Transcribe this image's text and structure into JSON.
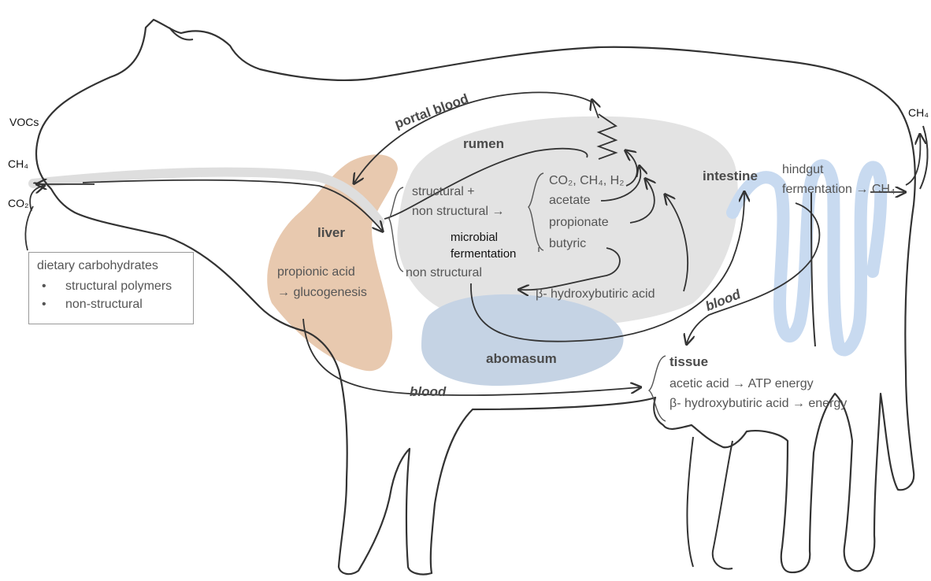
{
  "labels": {
    "vocs": "VOCs",
    "ch4_left": "CH₄",
    "co2_left": "CO₂",
    "ch4_right": "CH₄",
    "portal_blood": "portal blood",
    "rumen": "rumen",
    "liver": "liver",
    "intestine": "intestine",
    "hindgut_1": "hindgut",
    "hindgut_2": "fermentation → CH₄",
    "structural_1": "structural +",
    "structural_2": "non structural →",
    "gases": "CO₂, CH₄, H₂",
    "acetate": "acetate",
    "propionate": "propionate",
    "butyric": "butyric",
    "microbial_1": "microbial",
    "microbial_2": "fermentation",
    "non_structural": "non structural",
    "beta_rumen": "β- hydroxybutiric acid",
    "propionic_1": "propionic acid",
    "propionic_2": "→ glucogenesis",
    "blood_mid": "blood",
    "blood_bottom": "blood",
    "abomasum": "abomasum",
    "tissue": "tissue",
    "tissue_acetic": "acetic acid → ATP energy",
    "tissue_beta": "β- hydroxybutiric acid → energy"
  },
  "diet_box": {
    "title": "dietary carbohydrates",
    "items": [
      "structural polymers",
      "non-structural"
    ]
  },
  "colors": {
    "liver": "#e6c3a6",
    "rumen": "#e3e3e3",
    "abomasum": "#c5d3e4",
    "intestine": "#c8daf0",
    "outline": "#333333"
  }
}
